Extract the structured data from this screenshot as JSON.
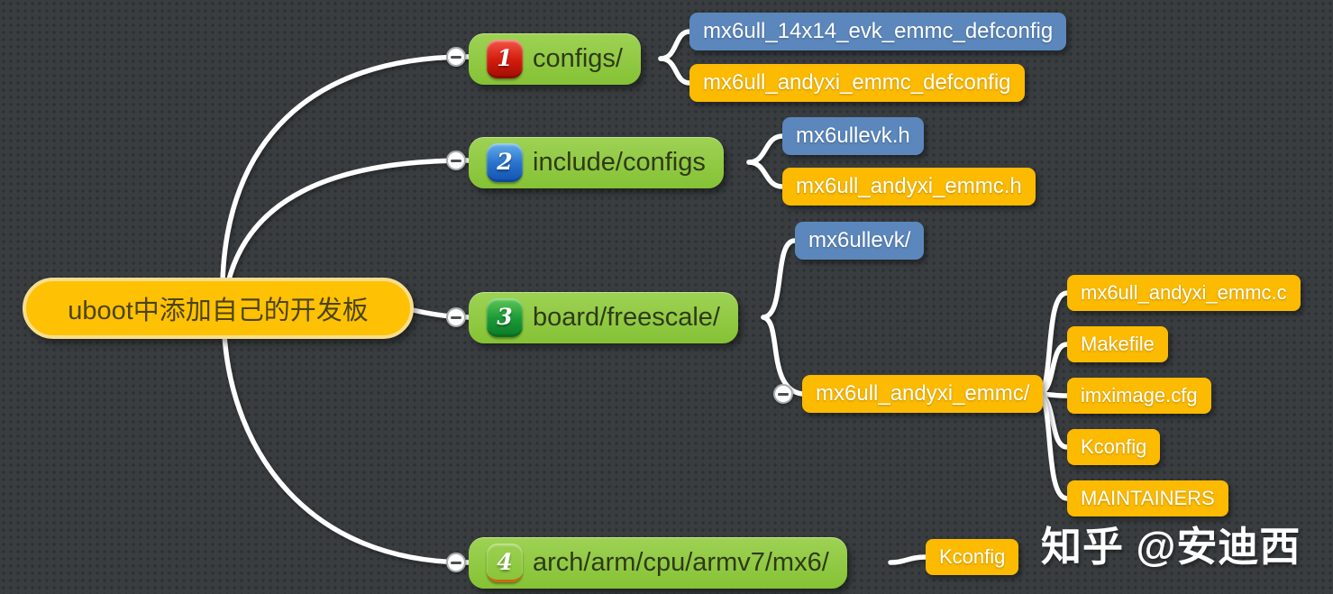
{
  "diagram": {
    "type": "mind-map",
    "title_node": "uboot中添加自己的开发板"
  },
  "colors": {
    "background": "#393d3f",
    "background_dot": "#2c3032",
    "connector": "#ffffff",
    "root_fill": "#ffc103",
    "root_border": "#f6de8e",
    "topic_green": "#8dc63f",
    "chip_blue": "#5b87bd",
    "chip_yellow": "#fcba00",
    "badge_red": "#d41d0e",
    "badge_blue": "#2a72cc",
    "badge_green": "#1d9a38",
    "badge_orange": "#ef8c25"
  },
  "root": {
    "label": "uboot中添加自己的开发板"
  },
  "branches": [
    {
      "badge": "1",
      "label": "configs/",
      "children": [
        {
          "label": "mx6ull_14x14_evk_emmc_defconfig",
          "style": "blue"
        },
        {
          "label": "mx6ull_andyxi_emmc_defconfig",
          "style": "yellow"
        }
      ]
    },
    {
      "badge": "2",
      "label": "include/configs",
      "children": [
        {
          "label": "mx6ullevk.h",
          "style": "blue"
        },
        {
          "label": "mx6ull_andyxi_emmc.h",
          "style": "yellow"
        }
      ]
    },
    {
      "badge": "3",
      "label": "board/freescale/",
      "children": [
        {
          "label": "mx6ullevk/",
          "style": "blue"
        },
        {
          "label": "mx6ull_andyxi_emmc/",
          "style": "yellow",
          "children": [
            {
              "label": "mx6ull_andyxi_emmc.c"
            },
            {
              "label": "Makefile"
            },
            {
              "label": "imximage.cfg"
            },
            {
              "label": "Kconfig"
            },
            {
              "label": "MAINTAINERS"
            }
          ]
        }
      ]
    },
    {
      "badge": "4",
      "label": "arch/arm/cpu/armv7/mx6/",
      "children": [
        {
          "label": "Kconfig",
          "style": "yellow"
        }
      ]
    }
  ],
  "watermark": "知乎 @安迪西"
}
